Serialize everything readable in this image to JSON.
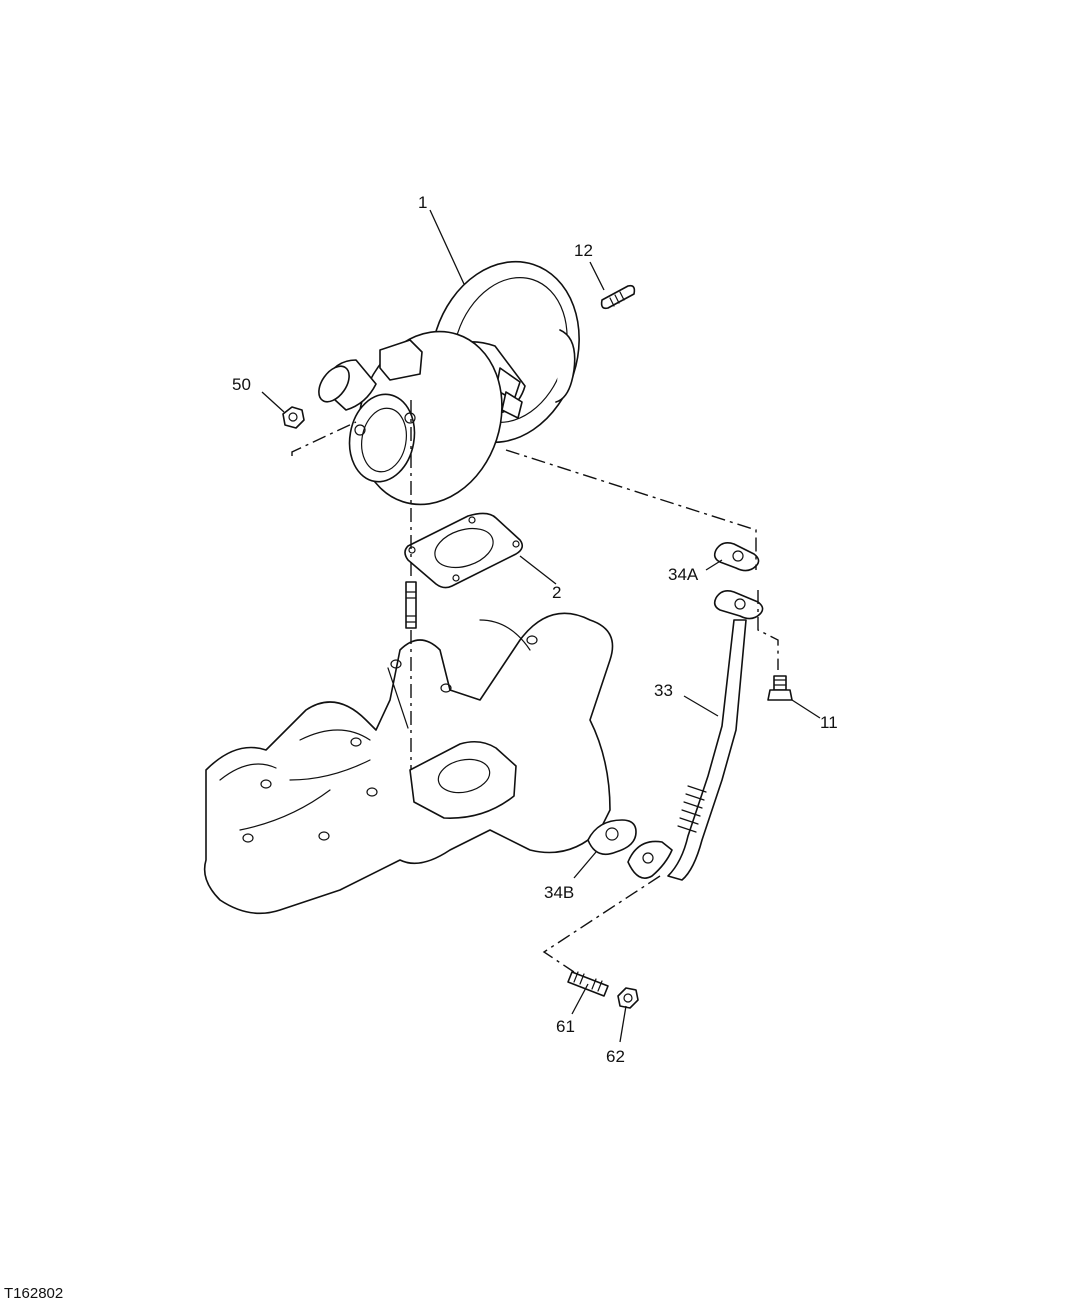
{
  "figure_ref": "T162802",
  "callouts": {
    "c1": "1",
    "c2": "2",
    "c11": "11",
    "c12": "12",
    "c33": "33",
    "c34a": "34A",
    "c34b": "34B",
    "c50": "50",
    "c61": "61",
    "c62": "62"
  }
}
